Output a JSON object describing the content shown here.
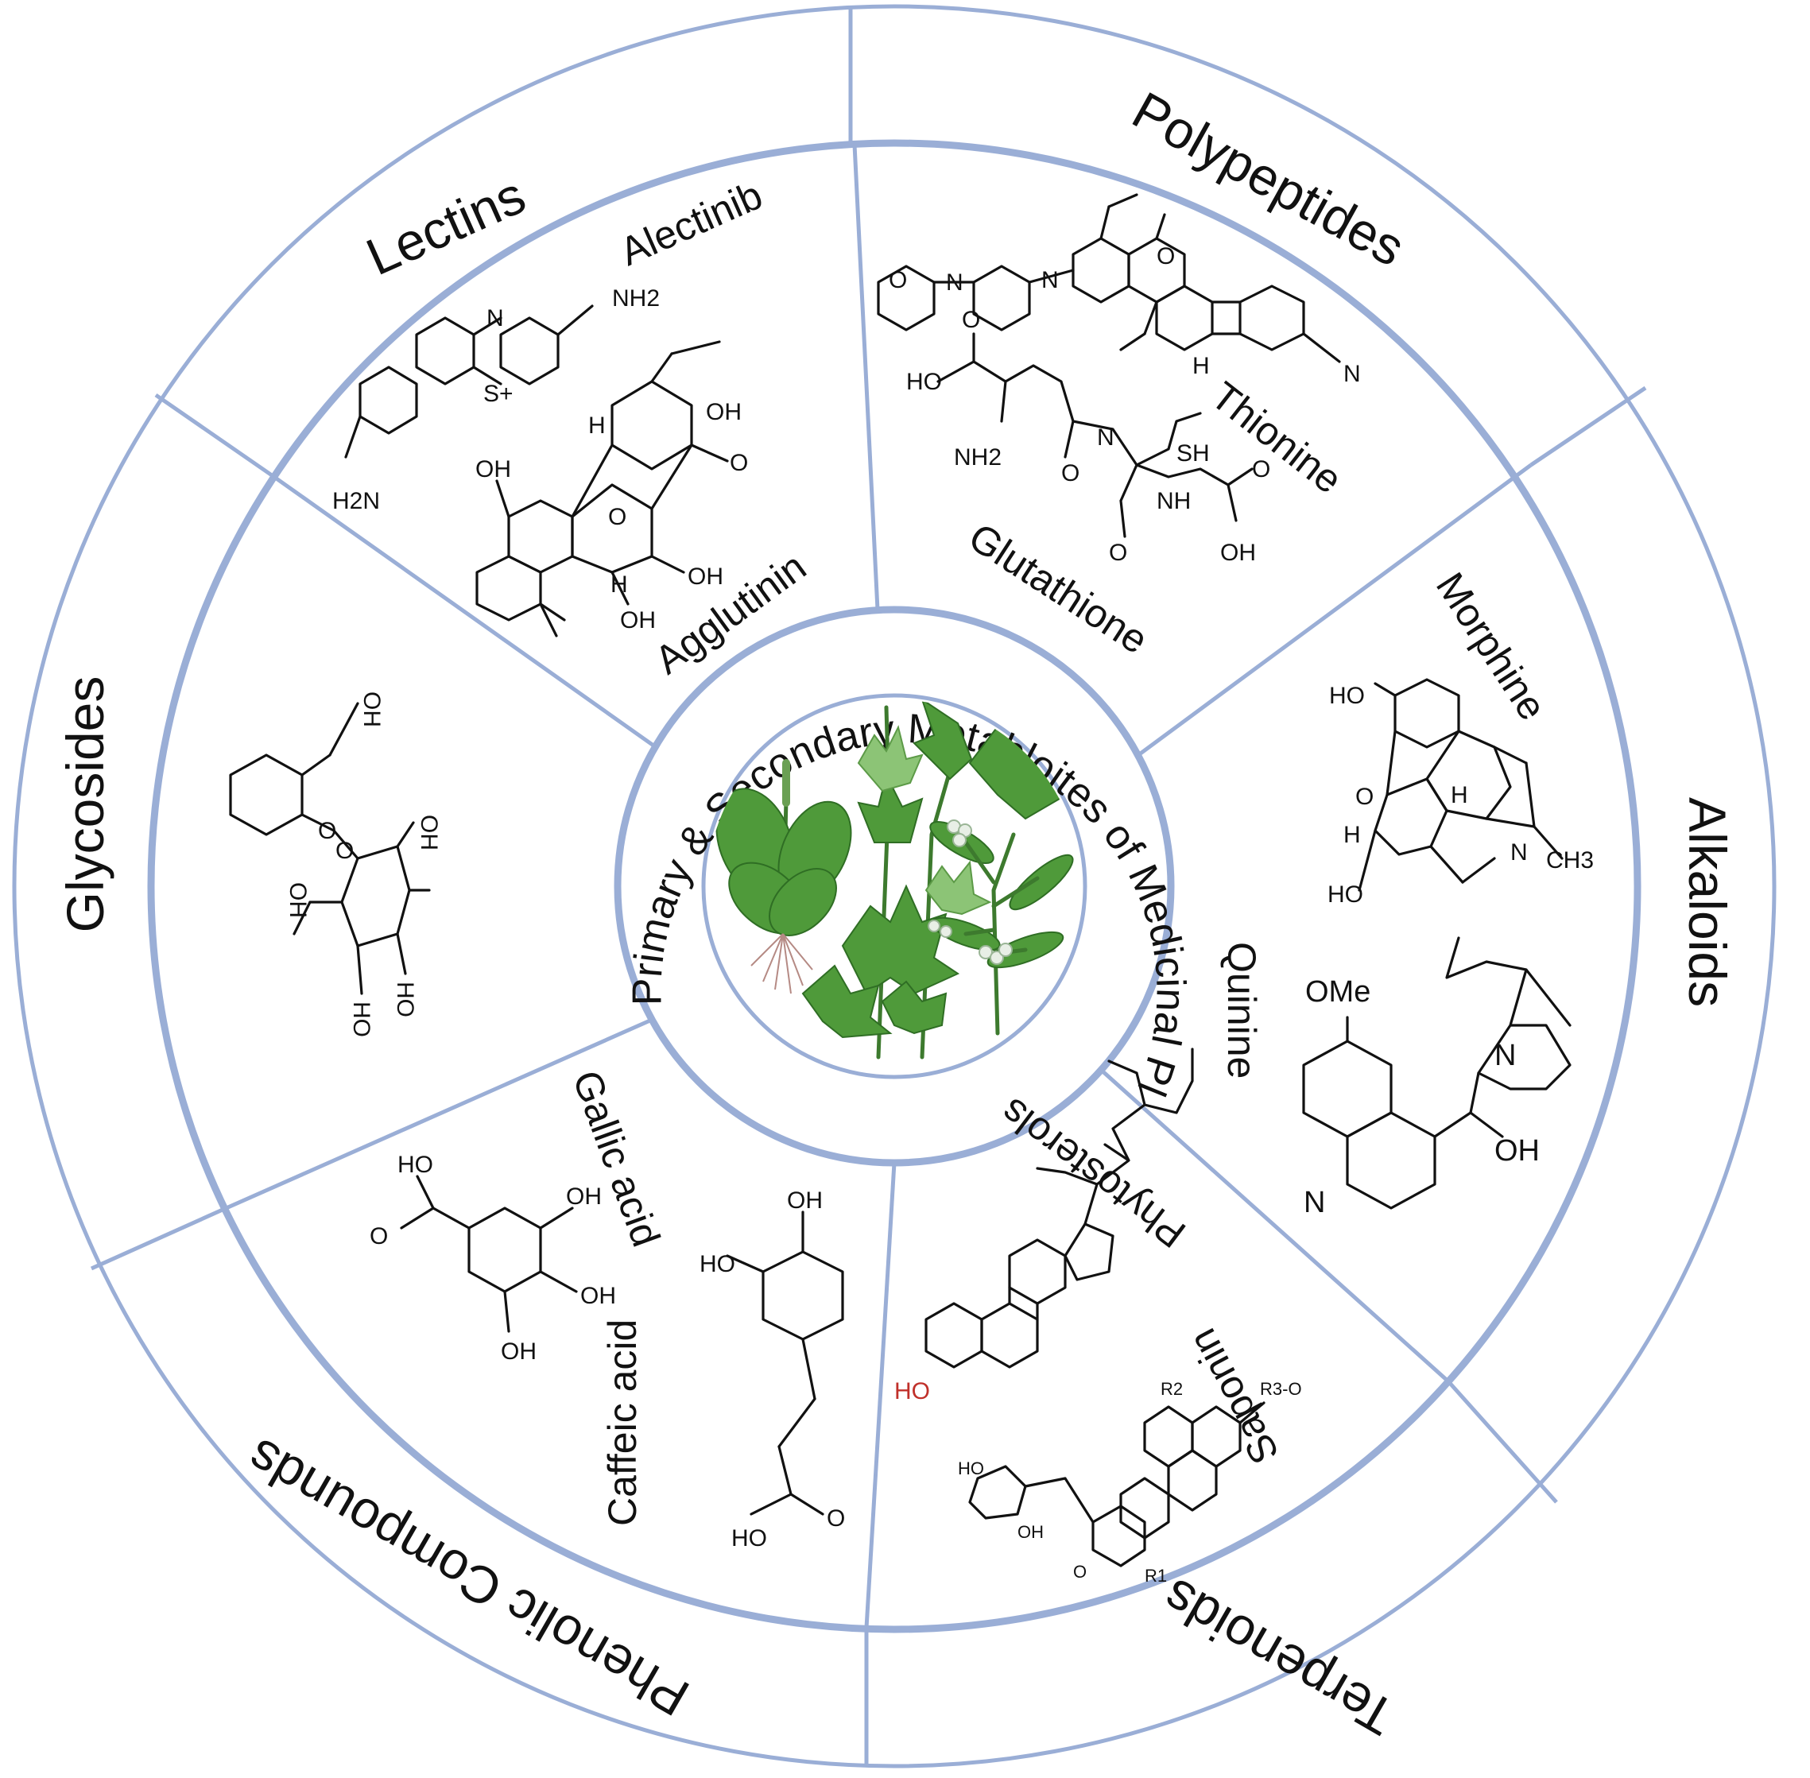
{
  "title": "Primary & Secondary Metabloites of Medicinal Plants",
  "colors": {
    "ring": "#9aaed6",
    "text": "#111111",
    "leaf": "#4f9a3a"
  },
  "categories": {
    "polypeptides": "Polypeptides",
    "alkaloids": "Alkaloids",
    "terpenoids": "Terpenoids",
    "phenolic": "Phenolic Compounds",
    "glycosides": "Glycosides",
    "lectins": "Lectins"
  },
  "compounds": {
    "alectinib": "Alectinib",
    "thionine": "Thionine",
    "glutathione": "Glutathione",
    "morphine": "Morphine",
    "quinine": "Quinine",
    "phytosterols": "Phytosterols",
    "saponin": "Saponin",
    "gallic_acid": "Gallic acid",
    "caffeic_acid": "Caffeic acid",
    "agglutinin": "Agglutinin"
  },
  "atoms": {
    "nh2": "NH2",
    "h2n": "H2N",
    "n": "N",
    "s_plus": "S+",
    "oh": "OH",
    "ho": "HO",
    "o": "O",
    "h": "H",
    "sh": "SH",
    "nh": "NH",
    "ch3": "CH3",
    "ome": "OMe",
    "r1": "R1",
    "r2": "R2",
    "r3o": "R3-O",
    "cn": "N"
  },
  "icons": [
    "medicinal-plants-illustration"
  ]
}
